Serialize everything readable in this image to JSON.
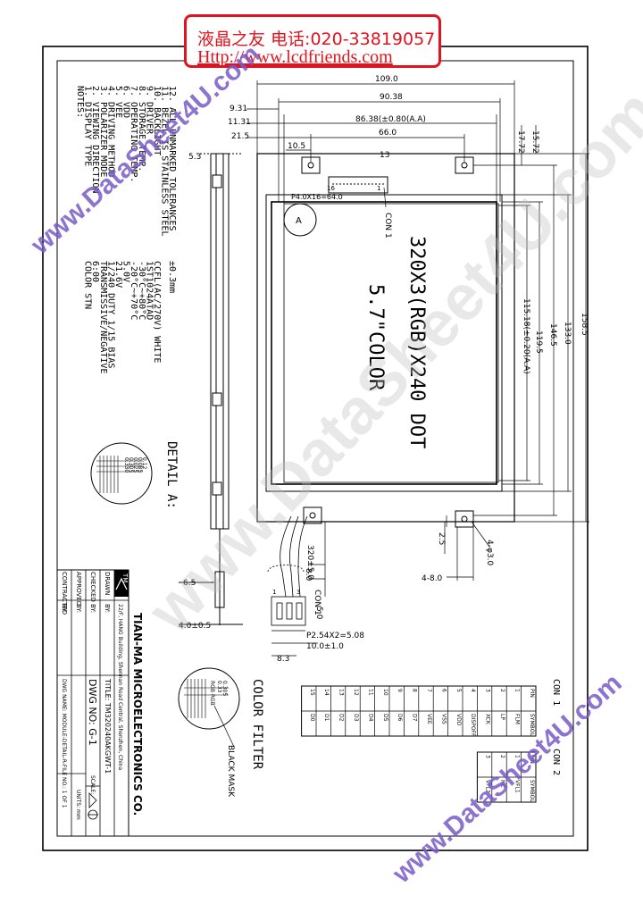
{
  "banner": {
    "line1": "液晶之友 电话:020-33819057",
    "line2": "Http://www.lcdfriends.com"
  },
  "watermarks": [
    "www.DataSheet4U.com",
    "www.DataSheet4U.com",
    "www.DataSheet4U.com"
  ],
  "notes": {
    "header": "NOTES:",
    "items": [
      {
        "label": "1. DISPLAY TYPE",
        "value": "COLOR STN"
      },
      {
        "label": "2. VIEWING DIRECTION",
        "value": "6:00"
      },
      {
        "label": "3. POLARIZER MODE",
        "value": "TRANSMISSIVE/NEGATIVE"
      },
      {
        "label": "4. DRIVING METHOD",
        "value": "1/240 DUTY 1/15 BIAS"
      },
      {
        "label": "5. VEE",
        "value": "21.6V"
      },
      {
        "label": "6. VDD",
        "value": "5.0V"
      },
      {
        "label": "7. OPERATING TEMP.",
        "value": "-20°C~+70°C"
      },
      {
        "label": "8. STORAGE TEMP.",
        "value": "-30°C~+80°C"
      },
      {
        "label": "9. DRIVER",
        "value": "1ST1024ATAD"
      },
      {
        "label": "10. BACKLIGHT",
        "value": "CCFL(AC/270V)   WHITE"
      },
      {
        "label": "11. BEZEL IS STAINLESS STEEL",
        "value": ""
      },
      {
        "label": "12. ALL UNMARKED TOLERANCES",
        "value": "±0.3mm"
      }
    ]
  },
  "display": {
    "line1": "320X3(RGB)X240 DOT",
    "line2": "5.7\"COLOR"
  },
  "dimensions_top": {
    "d1": "109.0",
    "d2": "90.38",
    "d3": "86.38(±0.80(A.A)",
    "d4": "66.0",
    "d5": "10.5",
    "left1": "9.31",
    "left2": "11.31",
    "left3": "21.5",
    "left4": "5.3",
    "pitch": "P4.0X16=64.0",
    "d13": "13",
    "pin1": "1",
    "pin16": "16"
  },
  "dimensions_right": {
    "r1": "158.5",
    "r2": "133.0",
    "r3": "146.5",
    "r4": "119.5",
    "r5": "115.18(±0.20(A.A)",
    "r6": "15.72",
    "r7": "17.72"
  },
  "dimensions_bottom": {
    "b1": "2.5",
    "b2": "4-φ3.0",
    "b3": "4-8.0",
    "b4": "320±5.0",
    "b5": "8.0",
    "b6": "6.5",
    "b7": "4.0±0.5",
    "b8": "P2.54X2=5.08",
    "b9": "10.0±1.0",
    "b10": "8.3",
    "b11": "5.0",
    "pin_a": "1",
    "pin_b": "3"
  },
  "labels": {
    "con1": "CON 1",
    "con1_b": "CON 1",
    "con2": "CON 2",
    "detail_a": "DETAIL A:",
    "detail_circle": "A",
    "color_filter": "COLOR FILTER",
    "black_mask": "BLACK MASK",
    "detail_dims": [
      "0.330",
      "0.305",
      "0.025",
      "0.085",
      "0.12"
    ],
    "cf_dims": [
      "0.33",
      "0.305"
    ],
    "cf_rgb": "RGB RGB"
  },
  "con1_table": {
    "headers": [
      "PIN",
      "SYMBOL"
    ],
    "rows": [
      [
        "1",
        "FLM"
      ],
      [
        "2",
        "LP"
      ],
      [
        "3",
        "XCK"
      ],
      [
        "4",
        "DISPOFF"
      ],
      [
        "5",
        "VDD"
      ],
      [
        "6",
        "VSS"
      ],
      [
        "7",
        "VEE"
      ],
      [
        "8",
        "D7"
      ],
      [
        "9",
        "D6"
      ],
      [
        "10",
        "D5"
      ],
      [
        "11",
        "D4"
      ],
      [
        "12",
        "D3"
      ],
      [
        "13",
        "D2"
      ],
      [
        "14",
        "D1"
      ],
      [
        "15",
        "D0"
      ]
    ]
  },
  "con2_table": {
    "headers": [
      "PIN",
      "SYMBOL"
    ],
    "rows": [
      [
        "1",
        "VFL1"
      ],
      [
        "2",
        "NC"
      ],
      [
        "3",
        "VFL2"
      ]
    ]
  },
  "title_block": {
    "company": "TIAN-MA MICROELECTRONICS CO.",
    "address": "22/F, HANG Building, Shennan Road Central, Shenzhen, China",
    "fields": [
      {
        "label": "DRAWN",
        "value": "BY:"
      },
      {
        "label": "CHECKED",
        "value": "BY:"
      },
      {
        "label": "APPROVED",
        "value": "BY:"
      },
      {
        "label": "CONTRACTED",
        "value": "BY:"
      }
    ],
    "title": "TITLE: TM320240AKGWT-1",
    "dwg_no": "DWG NO: G-1",
    "dwg_name": "DWG NAME: MODULE-DETAIL-R-FILE",
    "sheet": "NO.: 1  OF 1",
    "scale": "SCALE:",
    "units": "UNITS: mm",
    "logo": "TM"
  }
}
